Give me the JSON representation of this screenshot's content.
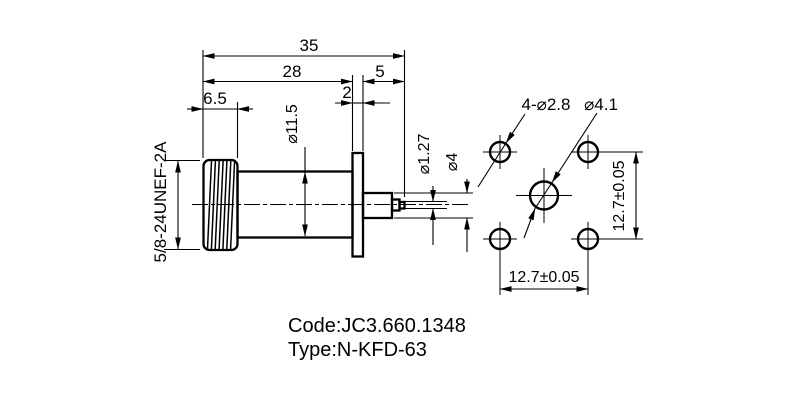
{
  "title_block": {
    "code": "Code:JC3.660.1348",
    "type": "Type:N-KFD-63"
  },
  "side_view": {
    "thread_spec": "5/8-24UNEF-2A",
    "dimensions": {
      "overall_length": "35",
      "length_to_flange": "28",
      "rear_length": "5",
      "thread_length": "6.5",
      "flange_thickness": "2",
      "body_diameter": "⌀11.5",
      "pin_diameter": "⌀1.27",
      "insulator_diameter": "⌀4"
    }
  },
  "end_view": {
    "mounting_holes_callout": "4-⌀2.8",
    "center_hole_callout": "⌀4.1",
    "hole_spacing_vertical": "12.7±0.05",
    "hole_spacing_horizontal": "12.7±0.05"
  },
  "colors": {
    "line": "#000000",
    "background": "#ffffff"
  }
}
